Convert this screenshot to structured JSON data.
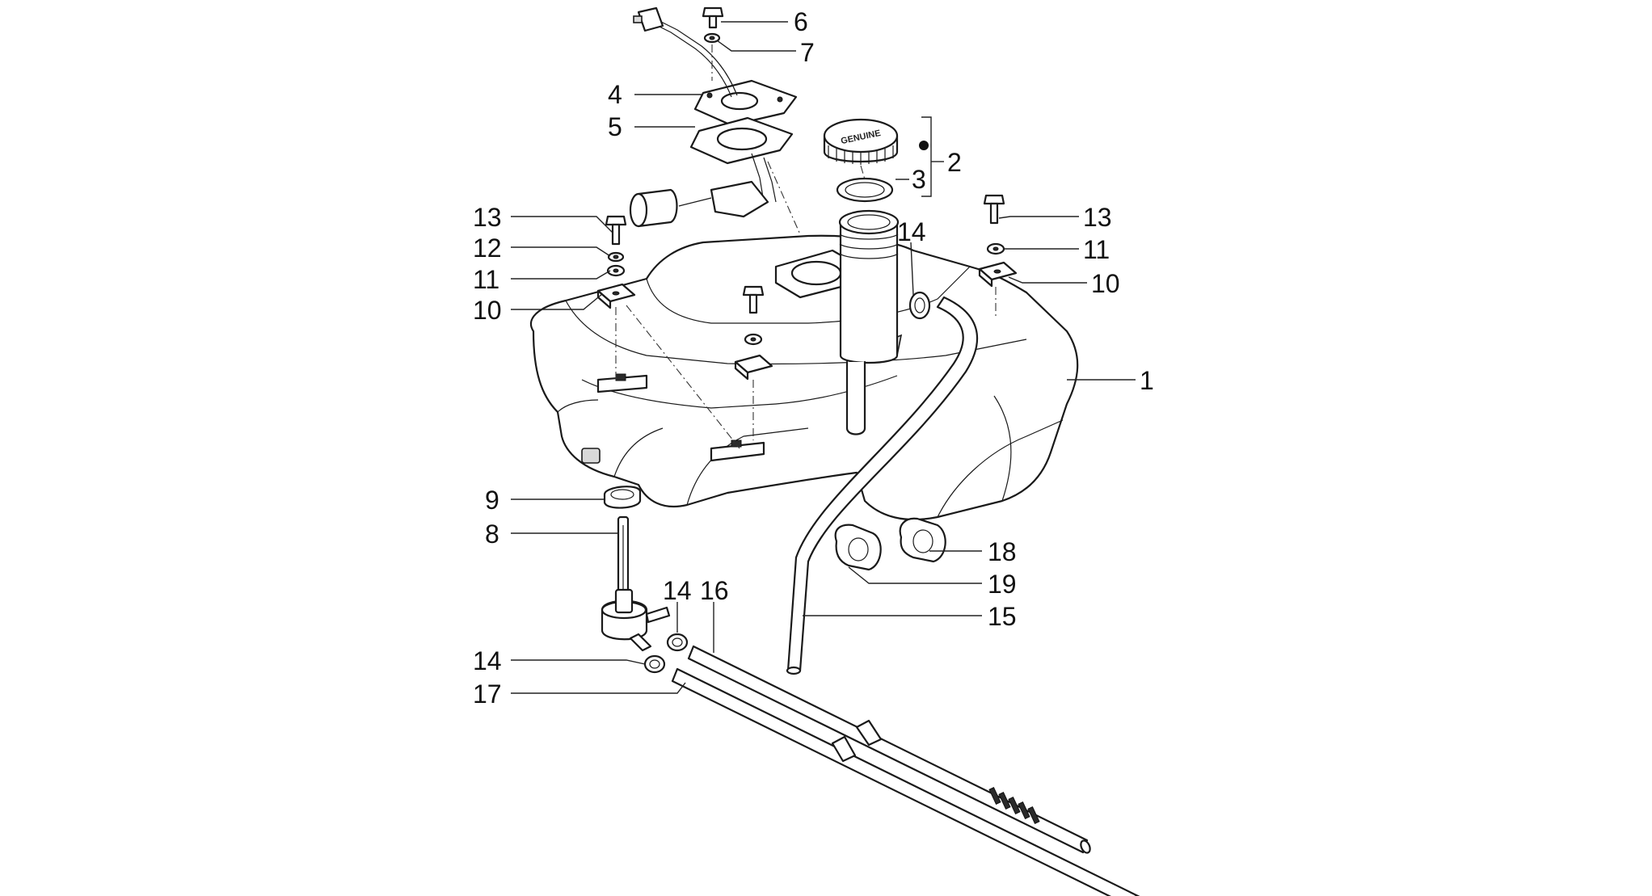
{
  "callouts": {
    "c1": "1",
    "c2": "2",
    "c3": "3",
    "c4": "4",
    "c5": "5",
    "c6": "6",
    "c7": "7",
    "c8": "8",
    "c9": "9",
    "c10a": "10",
    "c10b": "10",
    "c11a": "11",
    "c11b": "11",
    "c12": "12",
    "c13a": "13",
    "c13b": "13",
    "c14a": "14",
    "c14b": "14",
    "c14c": "14",
    "c15": "15",
    "c16": "16",
    "c17": "17",
    "c18": "18",
    "c19": "19"
  },
  "cap_marking": "GENUINE"
}
